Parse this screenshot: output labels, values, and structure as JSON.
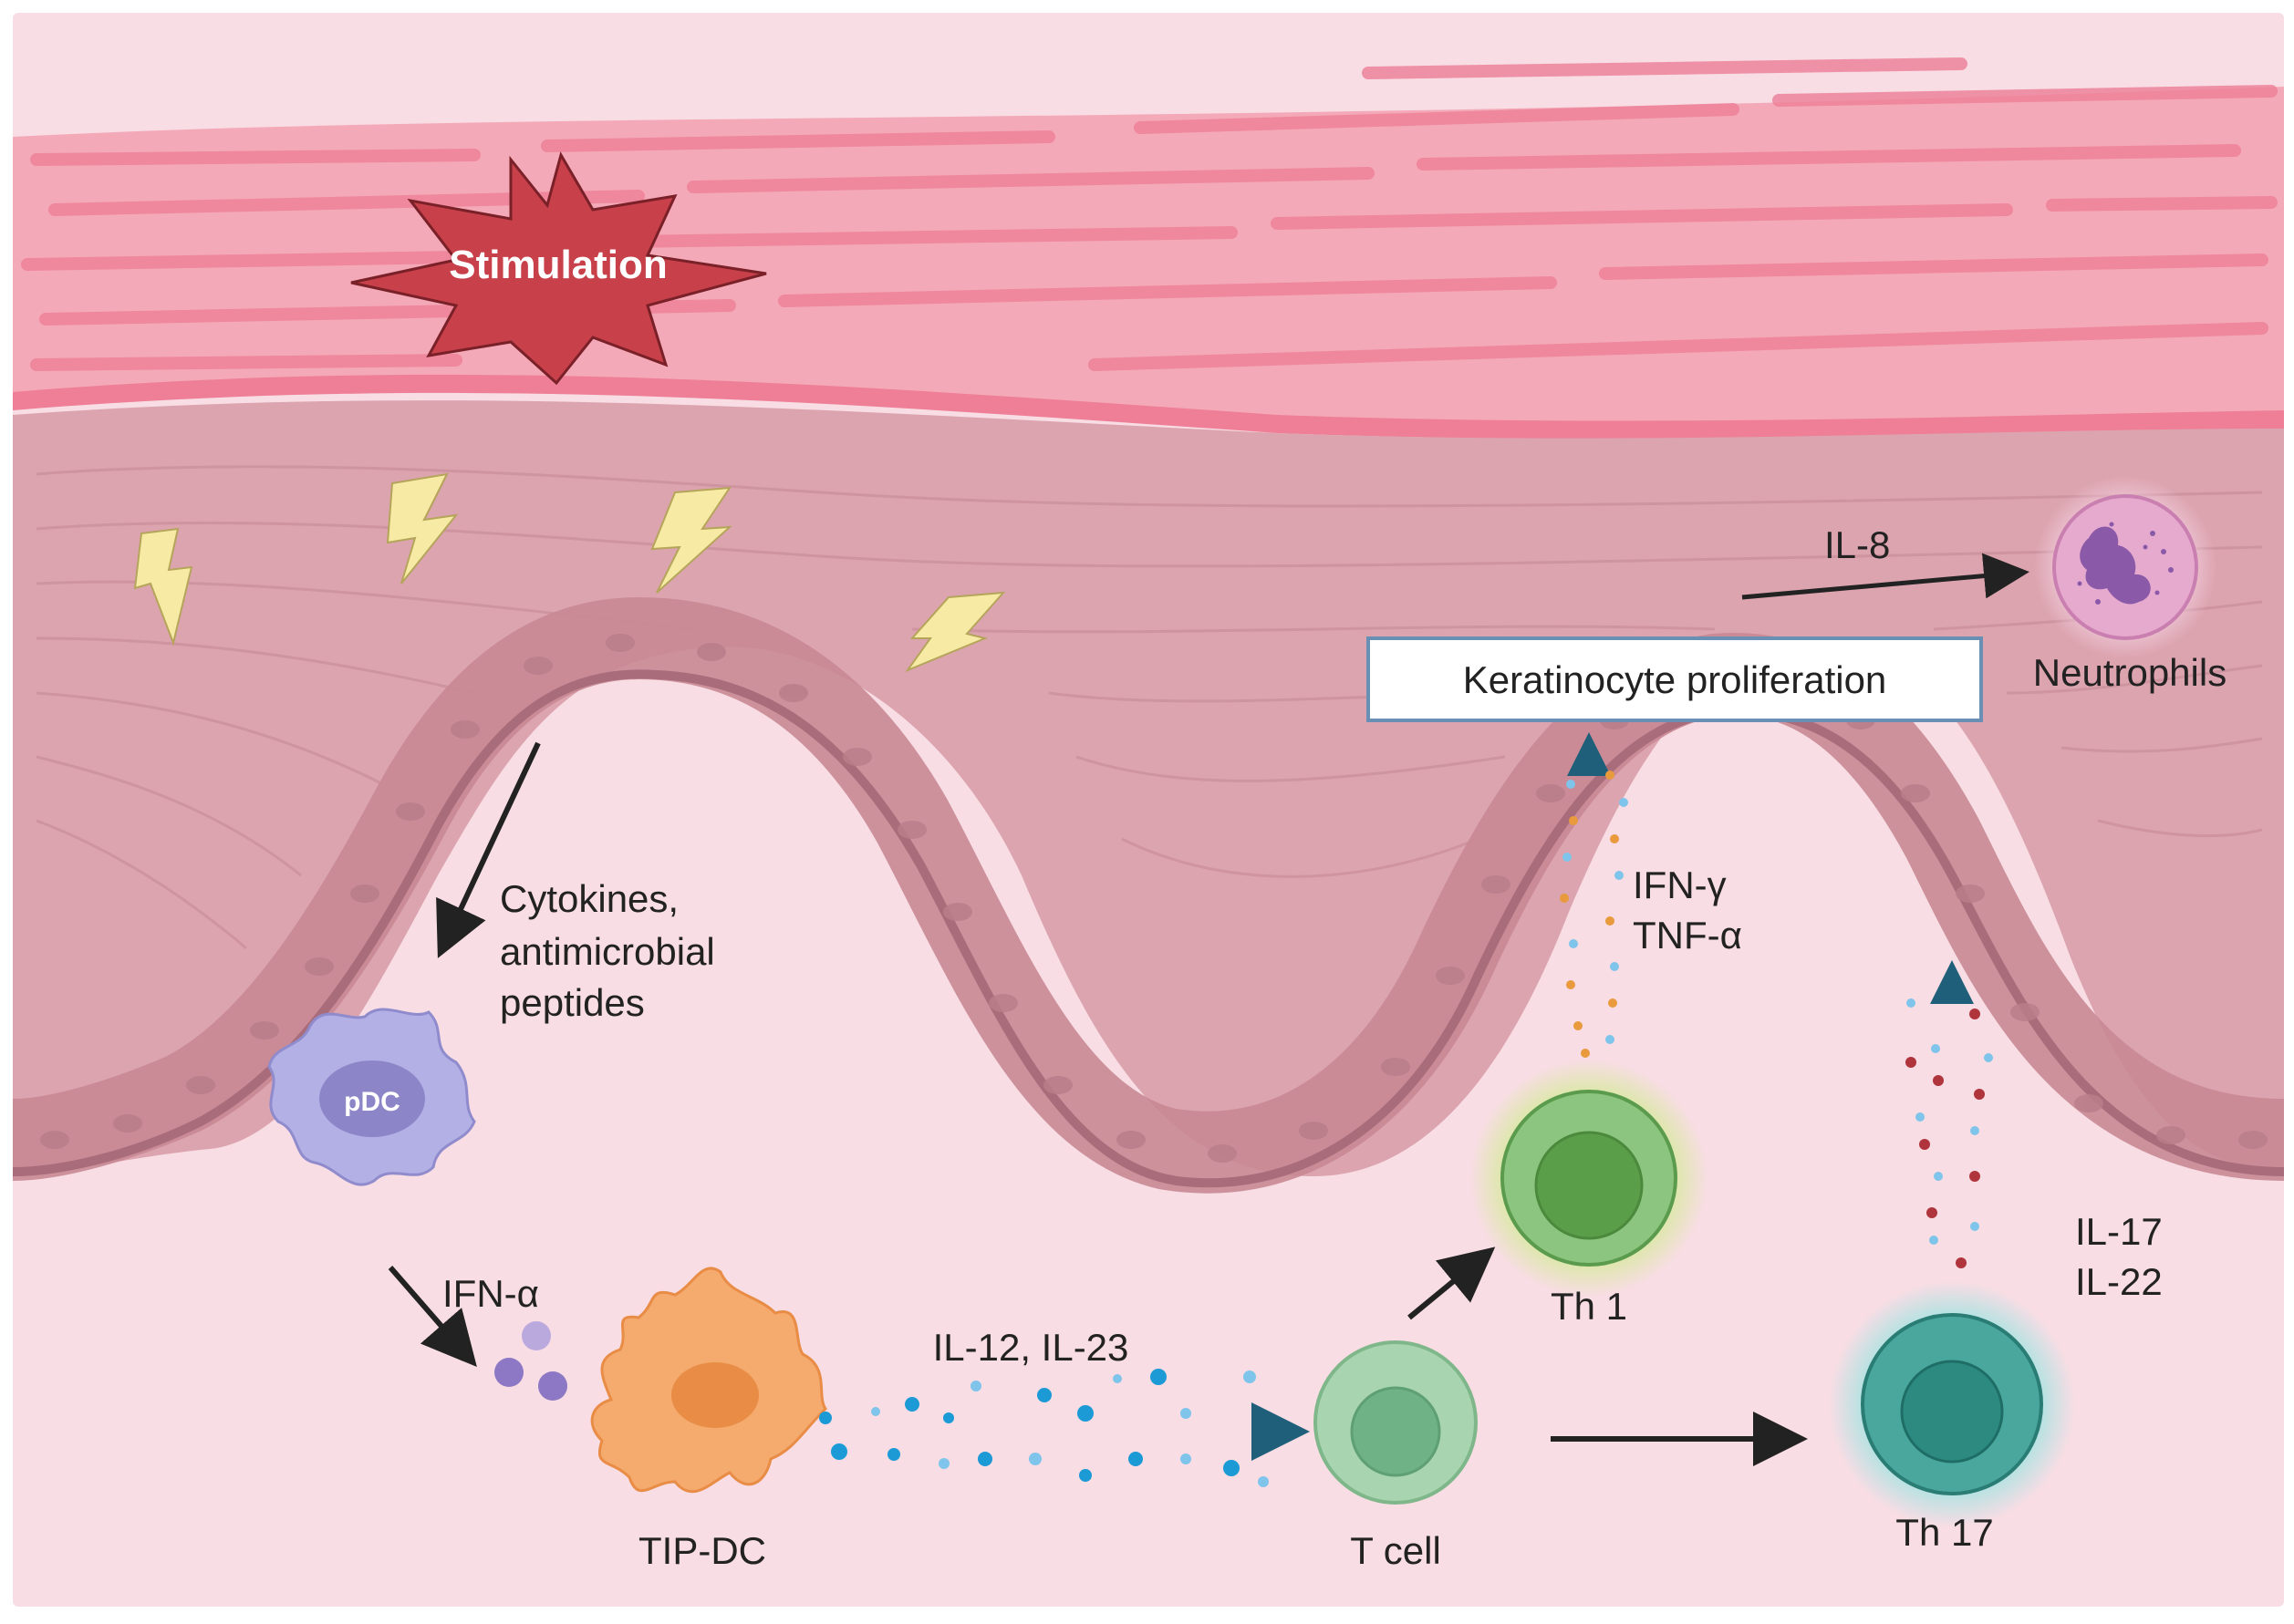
{
  "labels": {
    "stimulation": "Stimulation",
    "cytokines_line1": "Cytokines,",
    "cytokines_line2": "antimicrobial",
    "cytokines_line3": "peptides",
    "pdc": "pDC",
    "ifn_alpha": "IFN-α",
    "tip_dc": "TIP-DC",
    "il12_il23": "IL-12, IL-23",
    "t_cell": "T cell",
    "th1": "Th 1",
    "th17": "Th 17",
    "ifn_gamma": "IFN-γ",
    "tnf_alpha": "TNF-α",
    "il17": "IL-17",
    "il22": "IL-22",
    "il8": "IL-8",
    "keratinocyte_proliferation": "Keratinocyte proliferation",
    "neutrophils": "Neutrophils"
  },
  "colors": {
    "background": "#f8dde4",
    "stratum_corneum": "#f28ea4",
    "epidermis": "#d9a0ab",
    "basal_cells": "#d4909c",
    "stimulation_star": "#c7404a",
    "lightning": "#f6eaa4",
    "pdc": "#b3b0e6",
    "tip_dc": "#f5aa6e",
    "t_cell": "#a8d5b0",
    "th1": "#7fbf73",
    "th17": "#2e8f87",
    "neutrophil": "#e7aacf",
    "arrow": "#222222",
    "cytokine_arrow": "#1f5f7a"
  },
  "icons": [
    "lightning-icon",
    "stimulation-star-icon",
    "pdc-cell-icon",
    "tip-dc-cell-icon",
    "t-cell-icon",
    "th1-cell-icon",
    "th17-cell-icon",
    "neutrophil-cell-icon"
  ]
}
